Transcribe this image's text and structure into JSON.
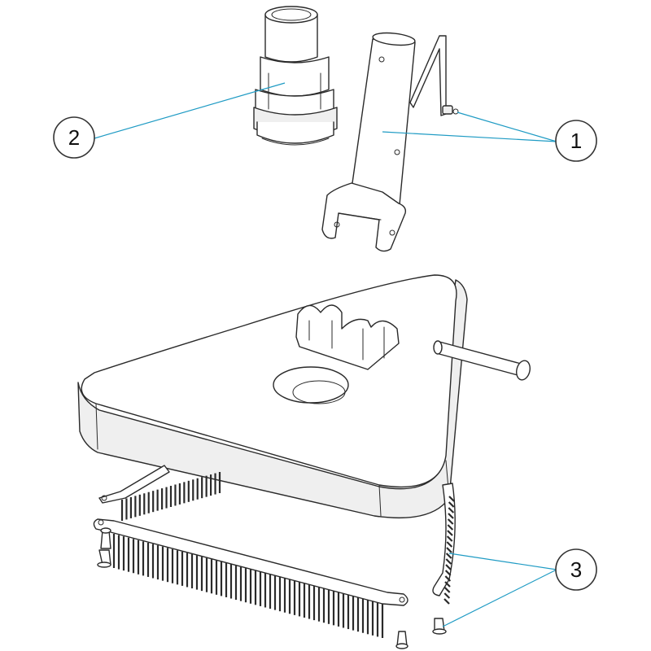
{
  "diagram": {
    "colors": {
      "line": "#2a2a2a",
      "leader": "#1f9bc4",
      "fill": "#ffffff",
      "shade": "#efefef"
    },
    "callouts": [
      {
        "id": "1",
        "label": "1"
      },
      {
        "id": "2",
        "label": "2"
      },
      {
        "id": "3",
        "label": "3"
      }
    ],
    "parts": [
      {
        "callout": "1",
        "name": "pole-handle-with-clip"
      },
      {
        "callout": "2",
        "name": "hose-connector"
      },
      {
        "callout": "3",
        "name": "brush-strips-and-screws"
      }
    ]
  }
}
